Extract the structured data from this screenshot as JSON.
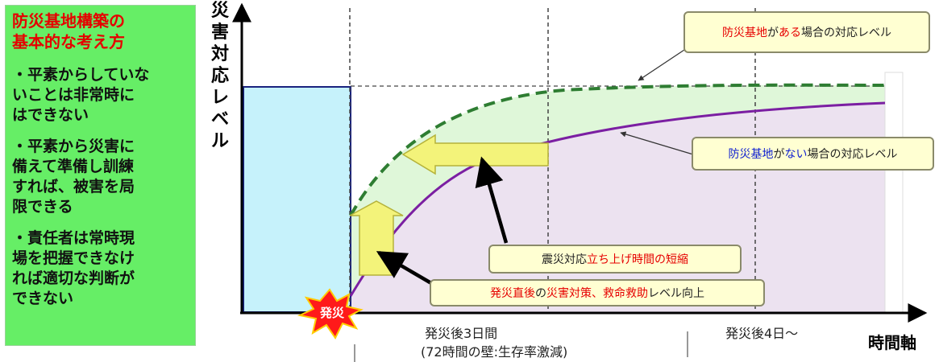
{
  "panel": {
    "title": "防災基地構築の\n基本的な考え方",
    "items": [
      "・平素からしていな\nいことは非常時に\nはできない",
      "・平素から災害に\n備えて準備し訓練\nすれば、被害を局\n限できる",
      "・責任者は常時現\n場を把握できなけ\nれば適切な判断が\nできない"
    ]
  },
  "y_axis_label": "災害対応レベル",
  "callouts": {
    "with_base": {
      "pre": "",
      "red": "防災基地",
      "mid": "が",
      "red2": "ある",
      "post": "場合の対応レベル"
    },
    "without_base": {
      "blue": "防災基地",
      "mid": "が",
      "blue2": "ない",
      "post": "場合の対応レベル"
    },
    "shorten": {
      "pre": "震災対応",
      "red": "立ち上げ時間の短縮"
    },
    "improve": {
      "red": "発災直後",
      "mid": "の",
      "red2": "災害対策、救命救助",
      "post": "レベル向上"
    }
  },
  "disaster_label": "発災",
  "x_labels": {
    "three_days_line1": "発災後3日間",
    "three_days_line2": "(72時間の壁:生存率激減)",
    "four_days": "発災後4日～",
    "axis_title": "時間軸"
  },
  "colors": {
    "panel_bg": "#66ee66",
    "red_text": "#e60000",
    "blue_text": "#1020d0",
    "dashed_curve": "#2e7d32",
    "solid_curve": "#7b1fa2",
    "band_green": "#dff7d9",
    "area_purple": "#ece2f0",
    "baseline_box": "#c6f2fb",
    "arrow_fill": "#f3f37a",
    "burst": "#ff1a1a"
  }
}
